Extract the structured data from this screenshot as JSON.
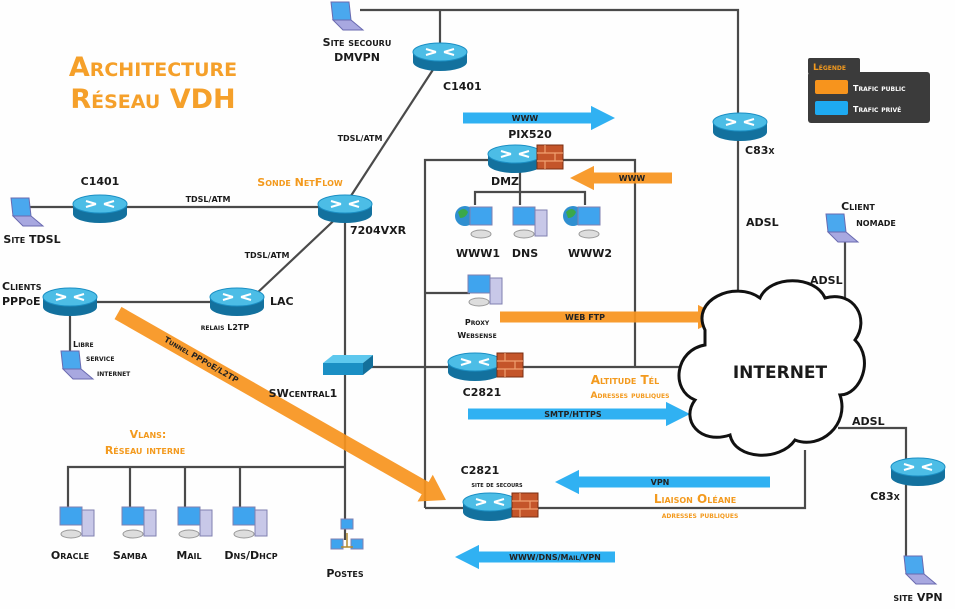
{
  "title": {
    "line1": "Architecture",
    "line2": "Réseau VDH"
  },
  "colors": {
    "public": "#f7941d",
    "private": "#1eaaf1",
    "router": "#1b8fc4",
    "legend_bg": "#3b3b3b",
    "accent_text": "#f39a1e"
  },
  "legend": {
    "title": "Légende",
    "public": "Trafic public",
    "private": "Trafic privé"
  },
  "nodes": {
    "site_secouru": {
      "line1": "Site secouru",
      "line2": "DMVPN",
      "icon": "laptop-icon"
    },
    "c1401_top": {
      "label": "C1401",
      "icon": "router-icon"
    },
    "c1401_left": {
      "label": "C1401",
      "icon": "router-icon"
    },
    "site_tdsl": {
      "label": "Site TDSL",
      "icon": "laptop-icon"
    },
    "r7204": {
      "label": "7204VXR",
      "icon": "router-icon"
    },
    "sonde": {
      "label": "Sonde NetFlow"
    },
    "clients_pppoe": {
      "line1": "Clients",
      "line2": "PPPoE",
      "icon": "router-icon"
    },
    "lac": {
      "label": "LAC",
      "sublabel": "relais L2TP",
      "icon": "router-icon"
    },
    "libre_service": {
      "line1": "Libre",
      "line2": "service",
      "line3": "internet",
      "icon": "laptop-icon"
    },
    "swcentral": {
      "label": "SWcentral1",
      "icon": "switch-icon"
    },
    "pix520": {
      "label": "PIX520",
      "sublabel": "DMZ",
      "icon": "router-firewall-icon"
    },
    "www1": {
      "label": "WWW1",
      "icon": "web-server-icon"
    },
    "dns": {
      "label": "DNS",
      "icon": "server-icon"
    },
    "www2": {
      "label": "WWW2",
      "icon": "web-server-icon"
    },
    "proxy": {
      "line1": "Proxy",
      "line2": "Websense",
      "icon": "server-icon"
    },
    "c2821": {
      "label": "C2821",
      "icon": "router-firewall-icon"
    },
    "c2821_secours": {
      "label": "C2821",
      "sublabel": "site de secours",
      "icon": "router-firewall-icon"
    },
    "internet": {
      "label": "INTERNET",
      "icon": "cloud-icon"
    },
    "c83x_top": {
      "label": "C83x",
      "icon": "router-icon"
    },
    "client_nomade": {
      "line1": "Client",
      "line2": "nomade",
      "icon": "laptop-icon"
    },
    "c83x_right": {
      "label": "C83x",
      "icon": "router-icon"
    },
    "site_vpn": {
      "label": "site VPN",
      "icon": "laptop-icon"
    },
    "vlans": {
      "line1": "Vlans:",
      "line2": "Réseau interne"
    },
    "oracle": {
      "label": "Oracle",
      "icon": "server-icon"
    },
    "samba": {
      "label": "Samba",
      "icon": "server-icon"
    },
    "mail": {
      "label": "Mail",
      "icon": "server-icon"
    },
    "dnsdhcp": {
      "label": "Dns/Dhcp",
      "icon": "server-icon"
    },
    "postes": {
      "label": "Postes",
      "icon": "workstations-icon"
    }
  },
  "links": {
    "tdsl_top": "TDSL/ATM",
    "tdsl_left": "TDSL/ATM",
    "tdsl_lac": "TDSL/ATM",
    "adsl_c83x": "ADSL",
    "adsl_nomade": "ADSL",
    "adsl_vpn": "ADSL"
  },
  "annotations": {
    "altitude": {
      "line1": "Altitude Tél",
      "line2": "Adresses publiques"
    },
    "oleane": {
      "line1": "Liaison Oléane",
      "line2": "adresses publiques"
    }
  },
  "arrows": {
    "www_out": {
      "label": "WWW",
      "type": "private"
    },
    "www_in": {
      "label": "WWW",
      "type": "public"
    },
    "webftp": {
      "label": "WEB FTP",
      "type": "public"
    },
    "smtp": {
      "label": "SMTP/HTTPS",
      "type": "private"
    },
    "vpn": {
      "label": "VPN",
      "type": "private"
    },
    "wwwdnsmailvpn": {
      "label": "WWW/DNS/Mail/VPN",
      "type": "private"
    },
    "tunnel": {
      "label": "Tunnel PPPoE/L2TP",
      "type": "public"
    }
  }
}
